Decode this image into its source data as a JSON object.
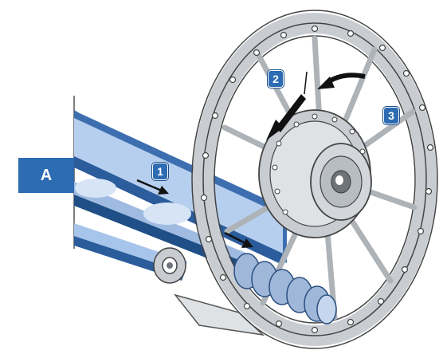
{
  "figure": {
    "view_label": "A",
    "steps": [
      "1",
      "2",
      "3"
    ]
  },
  "colors": {
    "accent": "#2d6bb3",
    "belt_light": "#a7c5ea",
    "belt_dark": "#1f4f86",
    "metal": "#c9cdd2",
    "metal_dark": "#6e747a",
    "roller": "#9fb7d8"
  },
  "icons": [
    "arrow-icon",
    "rotate-arrow-icon"
  ]
}
